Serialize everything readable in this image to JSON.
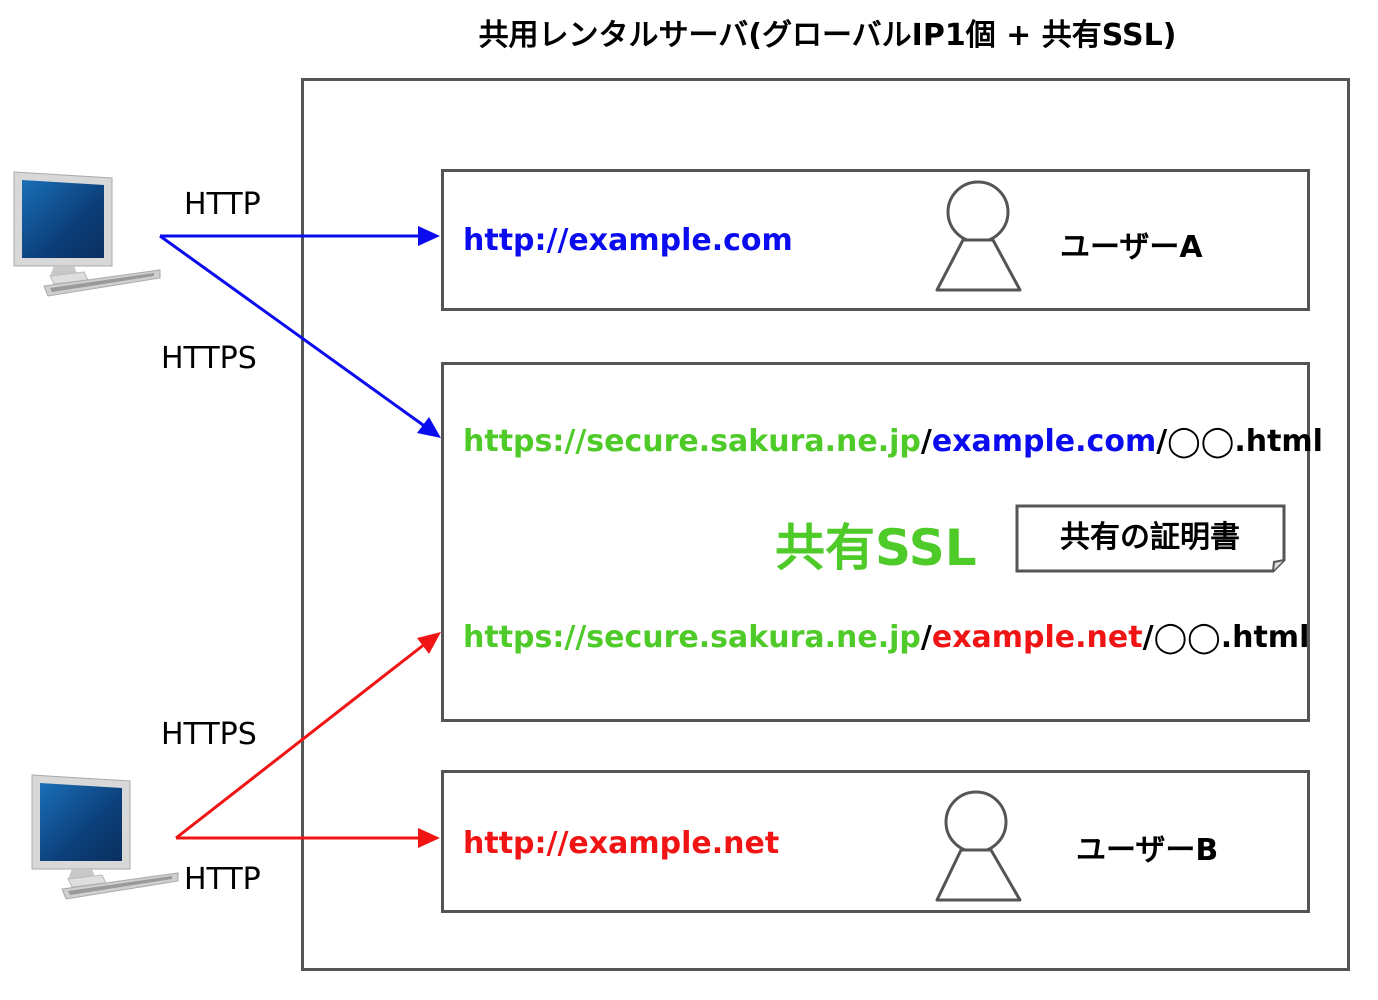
{
  "title": "共用レンタルサーバ(グローバルIP1個 + 共有SSL)",
  "colors": {
    "user_a": "#0b0bf0",
    "user_b": "#f01414",
    "shared_ssl": "#4fcb29",
    "border": "#555555"
  },
  "client_a": {
    "icon": "desktop-computer-icon",
    "http_label": "HTTP",
    "https_label": "HTTPS"
  },
  "client_b": {
    "icon": "desktop-computer-icon",
    "http_label": "HTTP",
    "https_label": "HTTPS"
  },
  "user_a_box": {
    "url": "http://example.com",
    "user_icon": "user-icon",
    "user_label": "ユーザーA"
  },
  "ssl_box": {
    "url_a": {
      "host": "https://secure.sakura.ne.jp",
      "slash1": "/",
      "domain": "example.com",
      "slash2": "/",
      "file": "◯◯.html"
    },
    "center_label": "共有SSL",
    "cert_label": "共有の証明書",
    "url_b": {
      "host": "https://secure.sakura.ne.jp",
      "slash1": "/",
      "domain": "example.net",
      "slash2": "/",
      "file": "◯◯.html"
    }
  },
  "user_b_box": {
    "url": "http://example.net",
    "user_icon": "user-icon",
    "user_label": "ユーザーB"
  }
}
